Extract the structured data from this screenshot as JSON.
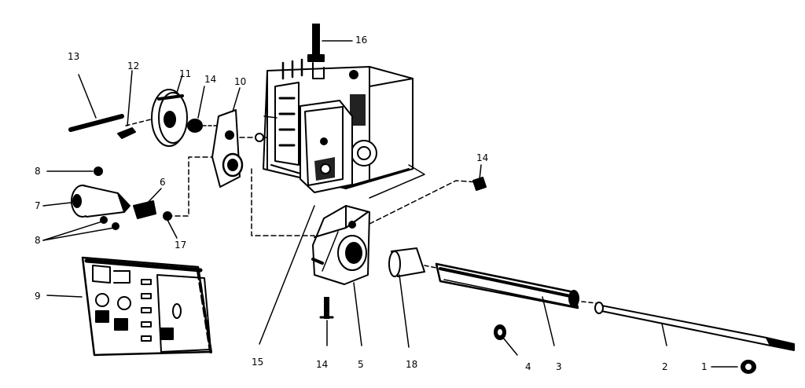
{
  "diagram": {
    "type": "exploded-parts-view",
    "ink_color": "#000000",
    "background_color": "#ffffff",
    "callouts": [
      {
        "id": "c1",
        "label": "1"
      },
      {
        "id": "c2",
        "label": "2"
      },
      {
        "id": "c3",
        "label": "3"
      },
      {
        "id": "c4",
        "label": "4"
      },
      {
        "id": "c5",
        "label": "5"
      },
      {
        "id": "c6",
        "label": "6"
      },
      {
        "id": "c7",
        "label": "7"
      },
      {
        "id": "c8a",
        "label": "8"
      },
      {
        "id": "c8b",
        "label": "8"
      },
      {
        "id": "c9",
        "label": "9"
      },
      {
        "id": "c10",
        "label": "10"
      },
      {
        "id": "c11",
        "label": "11"
      },
      {
        "id": "c12",
        "label": "12"
      },
      {
        "id": "c13",
        "label": "13"
      },
      {
        "id": "c14a",
        "label": "14"
      },
      {
        "id": "c14b",
        "label": "14"
      },
      {
        "id": "c14c",
        "label": "14"
      },
      {
        "id": "c15",
        "label": "15"
      },
      {
        "id": "c16",
        "label": "16"
      },
      {
        "id": "c17",
        "label": "17"
      },
      {
        "id": "c18",
        "label": "18"
      }
    ]
  }
}
